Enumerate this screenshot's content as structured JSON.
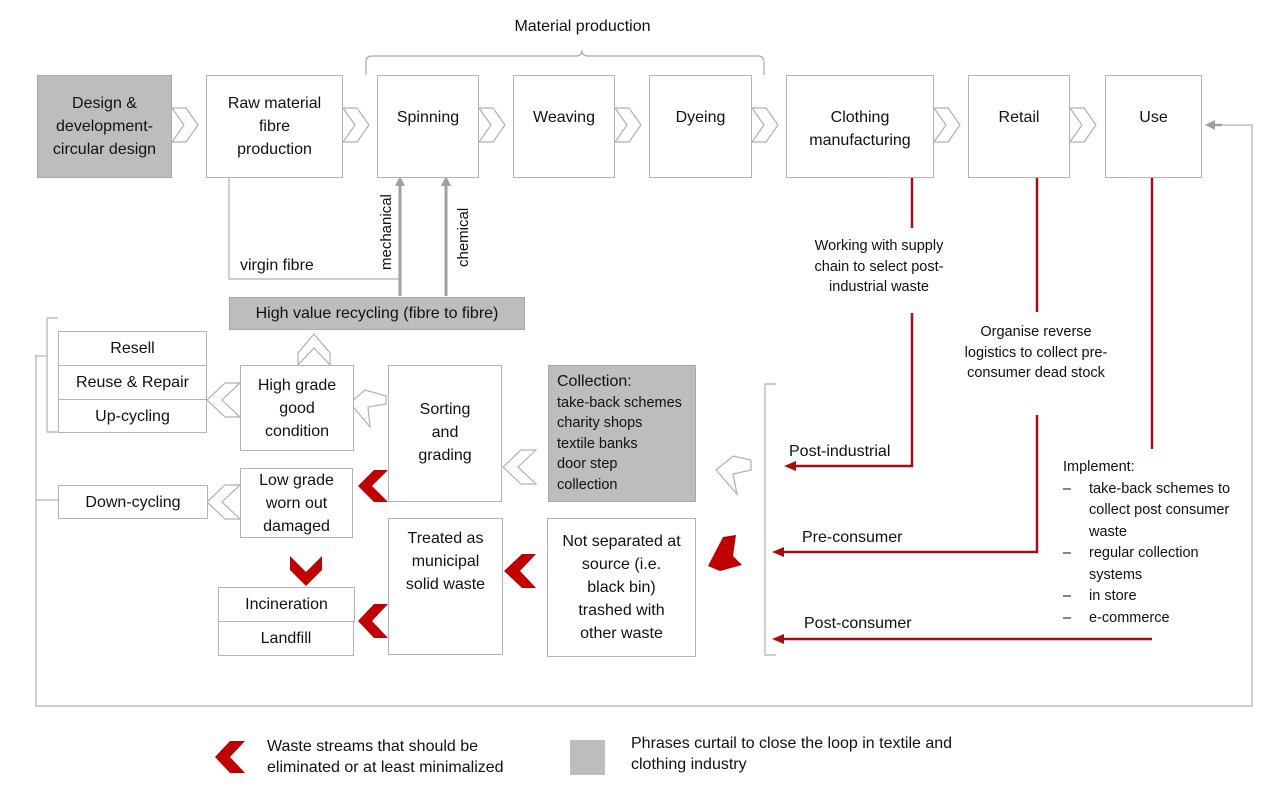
{
  "header": {
    "bracket_label": "Material production"
  },
  "top_row": [
    {
      "id": "design",
      "label": "Design & development- circular design",
      "highlighted": true
    },
    {
      "id": "raw",
      "label": "Raw material fibre production",
      "highlighted": false
    },
    {
      "id": "spinning",
      "label": "Spinning",
      "highlighted": false
    },
    {
      "id": "weaving",
      "label": "Weaving",
      "highlighted": false
    },
    {
      "id": "dyeing",
      "label": "Dyeing",
      "highlighted": false
    },
    {
      "id": "clothing",
      "label": "Clothing manufacturing",
      "highlighted": false
    },
    {
      "id": "retail",
      "label": "Retail",
      "highlighted": false
    },
    {
      "id": "use",
      "label": "Use",
      "highlighted": false
    }
  ],
  "recycling": {
    "virgin_fibre": "virgin fibre",
    "mechanical": "mechanical",
    "chemical": "chemical",
    "high_value": "High value recycling (fibre to fibre)"
  },
  "outcomes": {
    "resell": "Resell",
    "reuse_repair": "Reuse & Repair",
    "upcycling": "Up-cycling",
    "downcycling": "Down-cycling",
    "high_grade": "High grade good condition",
    "low_grade": "Low grade worn out damaged",
    "sorting": "Sorting and grading",
    "incineration": "Incineration",
    "landfill": "Landfill",
    "municipal": "Treated as municipal solid waste",
    "not_separated": "Not separated at source (i.e. black bin) trashed with other waste"
  },
  "collection": {
    "title": "Collection:",
    "items": [
      "take-back schemes",
      "charity shops",
      "textile banks",
      "door step",
      "collection"
    ]
  },
  "streams": {
    "supply_chain_note": "Working with supply chain to select post-industrial waste",
    "reverse_logistics_note": "Organise reverse logistics to collect pre-consumer dead stock",
    "post_industrial": "Post-industrial",
    "pre_consumer": "Pre-consumer",
    "post_consumer": "Post-consumer",
    "implement_title": "Implement:",
    "implement_items": [
      "take-back schemes to collect post consumer waste",
      "regular collection systems",
      "in store",
      "e-commerce"
    ],
    "dash": "–"
  },
  "legend": {
    "waste_streams": "Waste streams that should be eliminated or at least minimalized",
    "phrases": "Phrases curtail to close the loop in textile and clothing industry"
  },
  "colors": {
    "waste_red": "#c00000",
    "stream_line": "#a50d12",
    "highlight_grey": "#bdbdbd",
    "connector_grey": "#a0a0a0"
  }
}
